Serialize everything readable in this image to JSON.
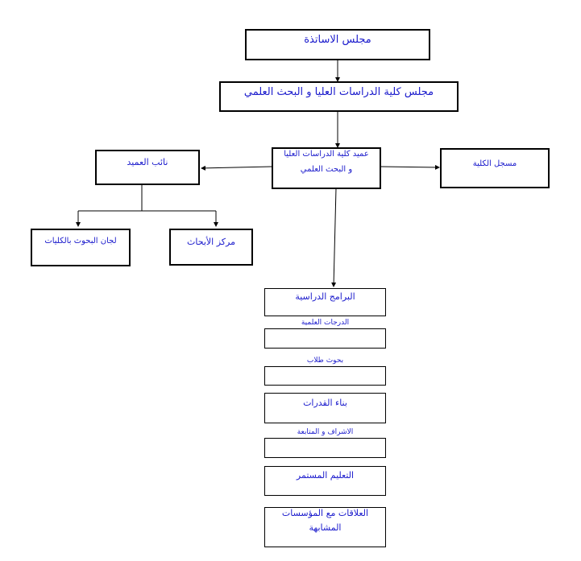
{
  "nodes": {
    "faculty_council": "مجلس الاساتذة",
    "college_council": "مجلس كلية الدراسات  العليا و البحث العلمي",
    "dean": [
      "عميد كلية الدراسات العليا",
      "و البحث العلمي"
    ],
    "vice_dean": "نائب العميد",
    "registrar": "مسجل الكلية",
    "research_center": "مركز الأبحاث",
    "research_committees": "لجان البحوث بالكليات",
    "programs": "البرامج الدراسية",
    "degrees": "الدرجات العلمية",
    "student_research": "بحوث طلاب",
    "capacity_building": "بناء القدرات",
    "supervision": "الاشراف و المتابعة",
    "continuing_education": "التعليم المستمر",
    "relations": [
      "العلاقات مع المؤسسات",
      "المشابهة"
    ]
  },
  "colors": {
    "text": "#1a1acc",
    "border": "#000000"
  }
}
